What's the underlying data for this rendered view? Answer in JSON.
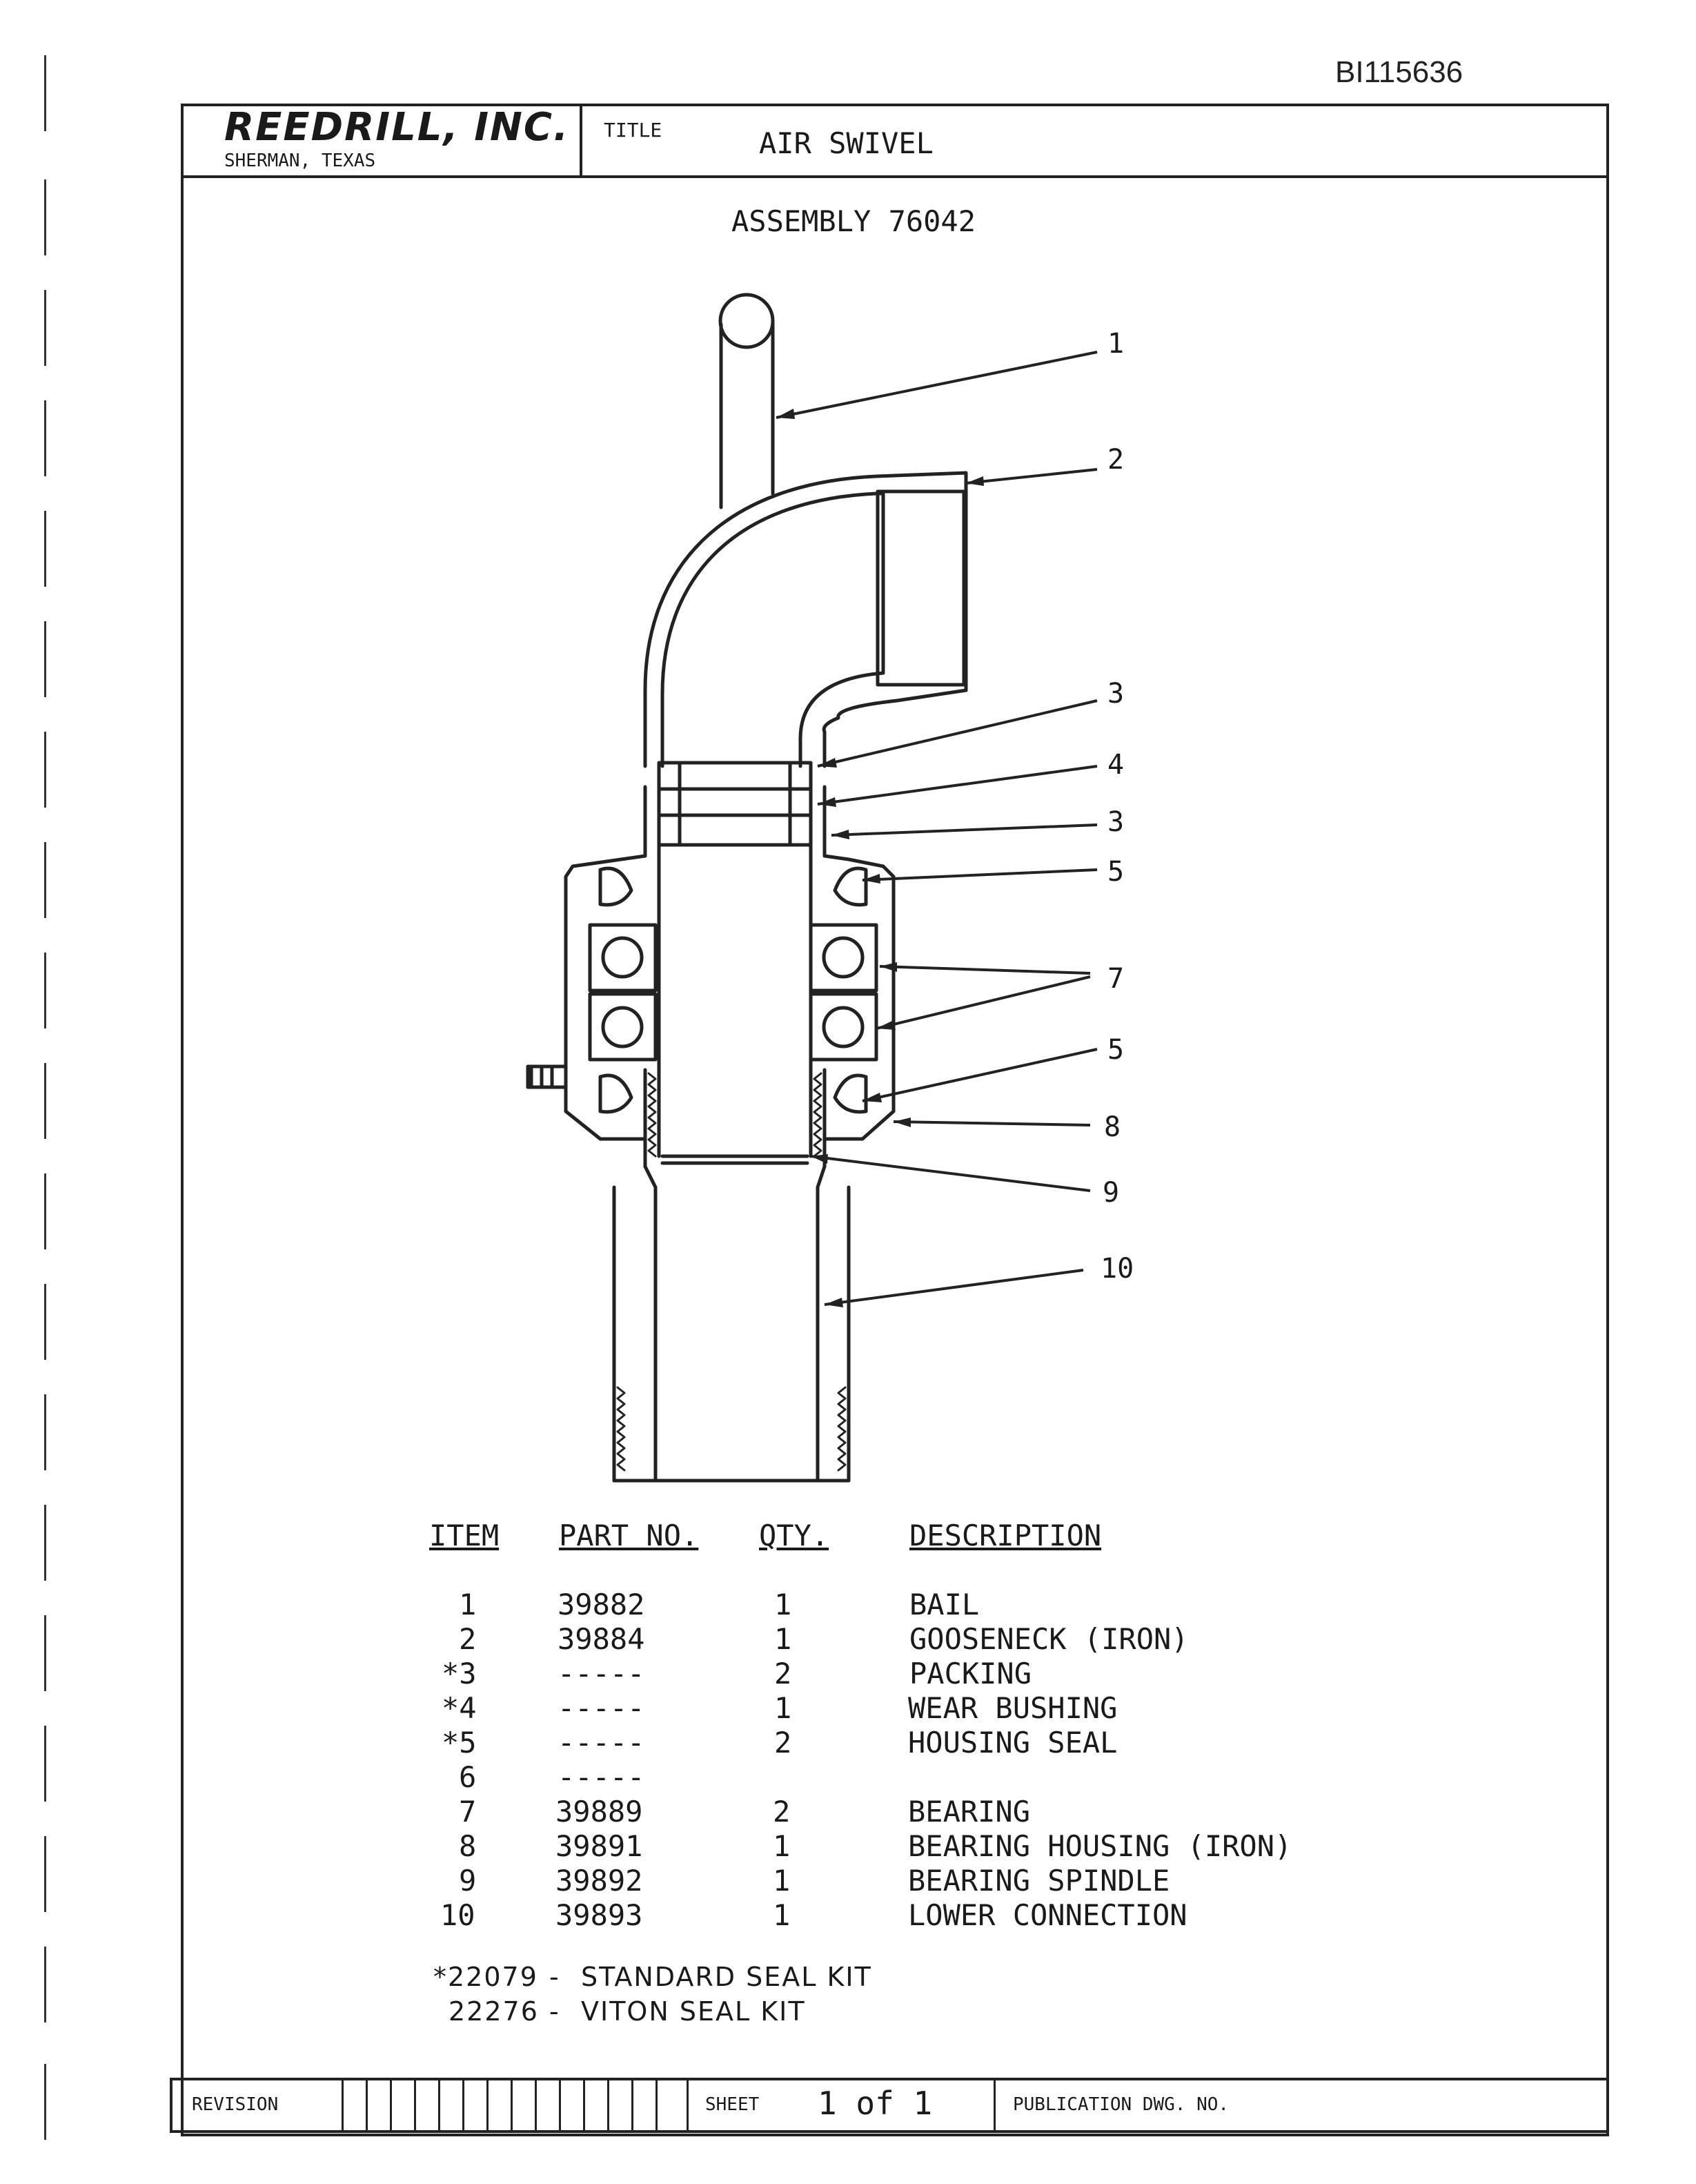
{
  "document_id": "BI115636",
  "header": {
    "company": "REEDRILL, INC.",
    "location": "SHERMAN, TEXAS",
    "title_label": "TITLE",
    "title": "AIR SWIVEL"
  },
  "assembly": "ASSEMBLY 76042",
  "callouts": [
    "1",
    "2",
    "3",
    "4",
    "3",
    "5",
    "7",
    "5",
    "8",
    "9",
    "10"
  ],
  "parts_table": {
    "headers": [
      "ITEM",
      "PART NO.",
      "QTY.",
      "DESCRIPTION"
    ],
    "rows": [
      {
        "item": "1",
        "part_no": "39882",
        "qty": "1",
        "description": "BAIL"
      },
      {
        "item": "2",
        "part_no": "39884",
        "qty": "1",
        "description": "GOOSENECK (IRON)"
      },
      {
        "item": "*3",
        "part_no": "-----",
        "qty": "2",
        "description": "PACKING"
      },
      {
        "item": "*4",
        "part_no": "-----",
        "qty": "1",
        "description": "WEAR BUSHING"
      },
      {
        "item": "*5",
        "part_no": "-----",
        "qty": "2",
        "description": "HOUSING SEAL"
      },
      {
        "item": "6",
        "part_no": "-----",
        "qty": "",
        "description": ""
      },
      {
        "item": "7",
        "part_no": "39889",
        "qty": "2",
        "description": "BEARING"
      },
      {
        "item": "8",
        "part_no": "39891",
        "qty": "1",
        "description": "BEARING HOUSING (IRON)"
      },
      {
        "item": "9",
        "part_no": "39892",
        "qty": "1",
        "description": "BEARING SPINDLE"
      },
      {
        "item": "10",
        "part_no": "39893",
        "qty": "1",
        "description": "LOWER CONNECTION"
      }
    ]
  },
  "kits": [
    {
      "code": "*22079",
      "name": "STANDARD SEAL KIT"
    },
    {
      "code": "22276",
      "name": "VITON SEAL KIT"
    }
  ],
  "kit_separator": "-",
  "footer": {
    "revision_label": "REVISION",
    "sheet_label": "SHEET",
    "sheet_value": "1 of 1",
    "publication_label": "PUBLICATION DWG. NO."
  }
}
